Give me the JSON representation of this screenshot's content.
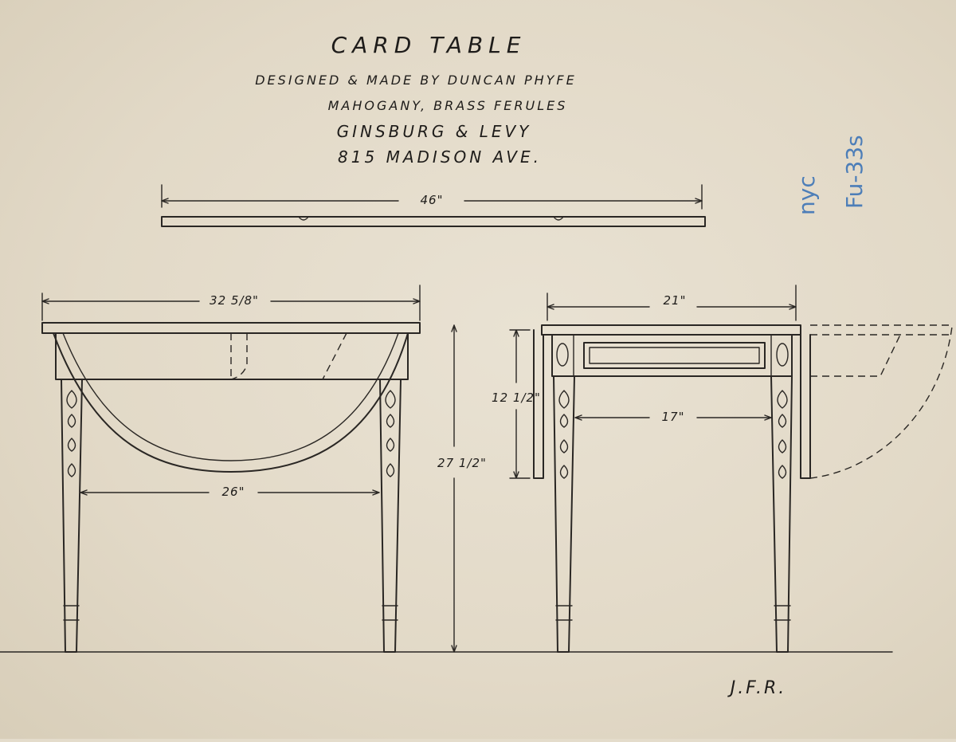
{
  "title": "CARD TABLE",
  "lines": [
    "DESIGNED & MADE BY DUNCAN PHYFE",
    "MAHOGANY, BRASS FERULES",
    "GINSBURG & LEVY",
    "815 MADISON AVE."
  ],
  "dimensions": {
    "top_length": "46\"",
    "front_width": "32 5/8\"",
    "front_inner": "26\"",
    "height": "27 1/2\"",
    "side_width": "21\"",
    "side_inner": "17\"",
    "leaf_drop": "12 1/2\""
  },
  "annotation": {
    "code_left": "nyc",
    "code_right": "Fu-33s"
  },
  "signature": "J.F.R."
}
